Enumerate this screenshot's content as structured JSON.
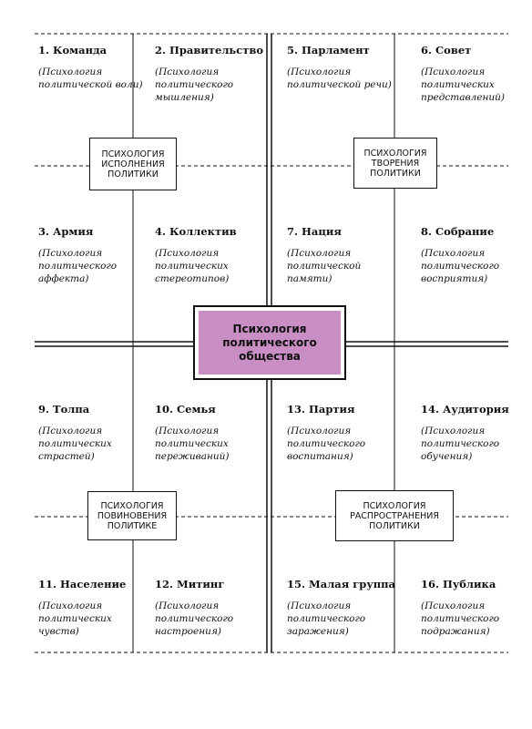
{
  "cells": [
    {
      "title": "1. Команда",
      "sub": "(Психология политической воли)"
    },
    {
      "title": "2. Правительство",
      "sub": "(Психология политического мышления)"
    },
    {
      "title": "5. Парламент",
      "sub": "(Психология политической речи)"
    },
    {
      "title": "6. Совет",
      "sub": "(Психология политических представлений)"
    },
    {
      "title": "3. Армия",
      "sub": "(Психология политического аффекта)"
    },
    {
      "title": "4. Коллектив",
      "sub": "(Психология политических стереотипов)"
    },
    {
      "title": "7. Нация",
      "sub": "(Психология политической памяти)"
    },
    {
      "title": "8. Собрание",
      "sub": "(Психология политического восприятия)"
    },
    {
      "title": "9. Толпа",
      "sub": "(Психология политических страстей)"
    },
    {
      "title": "10. Семья",
      "sub": "(Психология политических переживаний)"
    },
    {
      "title": "13. Партия",
      "sub": "(Психология политического воспитания)"
    },
    {
      "title": "14. Аудитория",
      "sub": "(Психология политического обучения)"
    },
    {
      "title": "11. Население",
      "sub": "(Психология политических чувств)"
    },
    {
      "title": "12. Митинг",
      "sub": "(Психология политического настроения)"
    },
    {
      "title": "15. Малая группа",
      "sub": "(Психология политического заражения)"
    },
    {
      "title": "16. Публика",
      "sub": "(Психология политического подражания)"
    }
  ],
  "boxes": {
    "execution": [
      "Психология",
      "исполнения",
      "политики"
    ],
    "creation": [
      "Психология",
      "творения",
      "политики"
    ],
    "submission": [
      "Психология",
      "повиновения",
      "политике"
    ],
    "dissemination": [
      "Психология",
      "распространения",
      "политики"
    ]
  },
  "center": [
    "Психология",
    "политического",
    "общества"
  ],
  "colors": {
    "highlight": "#c98ec4"
  }
}
